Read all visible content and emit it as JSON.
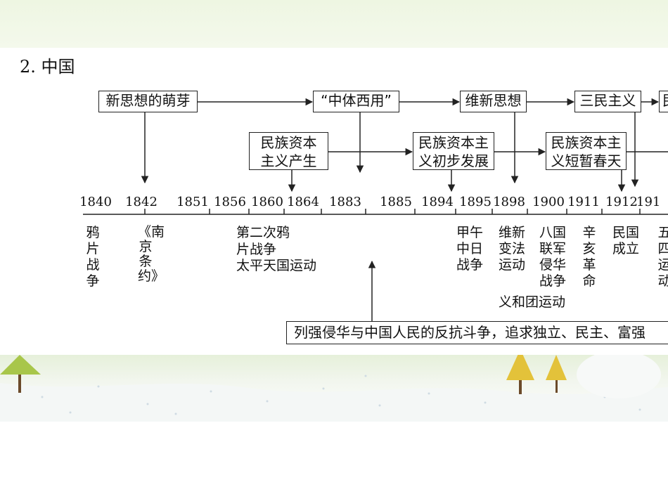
{
  "heading": "2. 中国",
  "boxes": {
    "xinsixiang": "新思想的萌芽",
    "zhongti": "“中体西用”",
    "weixin": "维新思想",
    "sanmin": "三民主义",
    "edge": "民",
    "chansheng": "民族资本主义产生",
    "chubu": "民族资本主义初步发展",
    "duanzan": "民族资本主义短暂春天",
    "bottom": "列强侵华与中国人民的反抗斗争，追求独立、民主、富强"
  },
  "years": [
    "1840",
    "1842",
    "1851",
    "1856",
    "1860",
    "1864",
    "1883",
    "1885",
    "1894",
    "1895",
    "1898",
    "1900",
    "1911",
    "1912",
    "191"
  ],
  "events": {
    "yapian": "鸦片战争",
    "nanjing": "《南京条约》",
    "dier_1": "第二次鸦",
    "dier_2": "片战争",
    "taiping": "太平天国运动",
    "jiawu": "甲午中日战争",
    "weixin": "维新变法运动",
    "baguo": "八国联军侵华战争",
    "yihe": "义和团运动",
    "xinhai": "辛亥革命",
    "minguo": "民国成立",
    "wusi": "五四运动"
  },
  "colors": {
    "top_band": "#eef6e2",
    "line": "#222222",
    "tree_trunk": "#6b4a2a",
    "tree_foliage": "#a8c64a",
    "tree_yellow": "#e3c23a"
  }
}
